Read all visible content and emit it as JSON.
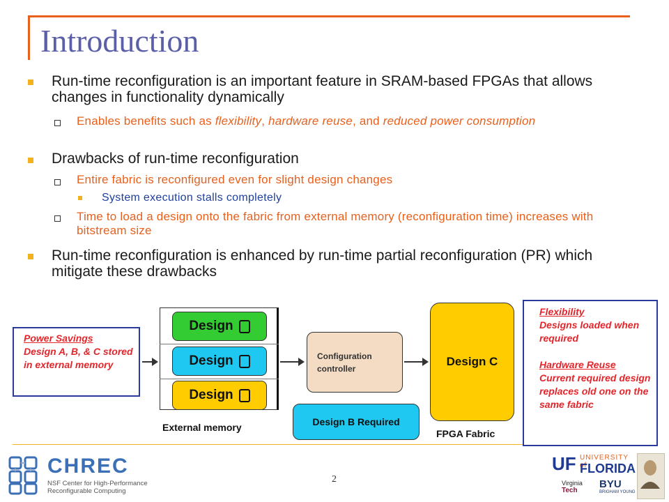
{
  "slide": {
    "title": "Introduction",
    "page_number": "2"
  },
  "bullets": {
    "b1": "Run-time reconfiguration is an important feature in SRAM-based FPGAs that allows changes in functionality dynamically",
    "b1a_pre": "Enables benefits such as ",
    "b1a_flex": "flexibility",
    "b1a_mid1": ", ",
    "b1a_hw": "hardware reuse",
    "b1a_mid2": ", and ",
    "b1a_power": "reduced power consumption",
    "b2": "Drawbacks of run-time reconfiguration",
    "b2a": "Entire fabric is reconfigured even for slight design changes",
    "b2a1": "System execution stalls completely",
    "b2b": "Time to load a design onto the fabric from external memory (reconfiguration time) increases with bitstream size",
    "b3": "Run-time reconfiguration is enhanced by run-time partial reconfiguration (PR) which mitigate these drawbacks"
  },
  "diagram": {
    "power_savings_title": "Power Savings",
    "power_savings_body": "Design A, B, & C stored in external memory",
    "design_label": "Design",
    "external_memory_label": "External memory",
    "config_controller_label": "Configuration controller",
    "design_b_required": "Design B Required",
    "design_c": "Design C",
    "fpga_fabric_label": "FPGA Fabric",
    "flexibility_title": "Flexibility",
    "flexibility_body": "Designs loaded when required",
    "hardware_reuse_title": "Hardware Reuse",
    "hardware_reuse_body": "Current required design replaces old one on the same fabric",
    "colors": {
      "design_green": "#33cc33",
      "design_cyan": "#1fc8f0",
      "design_yellow": "#ffcc00",
      "controller": "#f4dcc4",
      "design_b_box": "#1fc8f0",
      "fabric": "#ffcc00"
    }
  },
  "logos": {
    "chrec_name": "CHREC",
    "chrec_sub1": "NSF Center for High-Performance",
    "chrec_sub2": "Reconfigurable Computing",
    "uf_university_of": "UNIVERSITY of",
    "uf_florida": "FLORIDA",
    "uf_mark": "UF",
    "vt_name": "Virginia",
    "vt_tech": "Tech",
    "byu": "BYU",
    "byu_sub": "BRIGHAM YOUNG"
  }
}
